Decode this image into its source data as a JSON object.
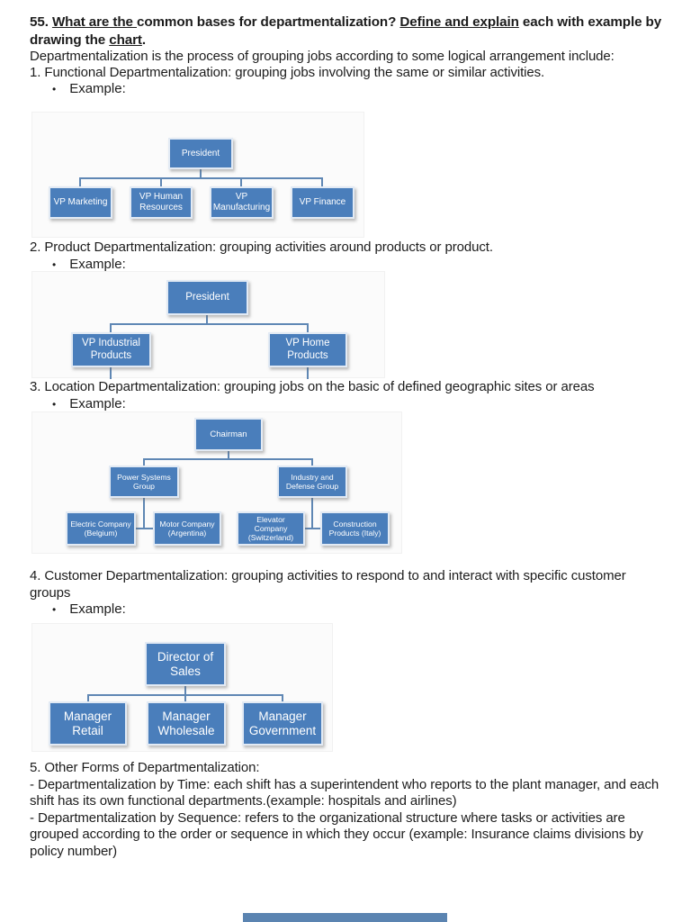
{
  "document": {
    "heading_segments": [
      {
        "text": "55. ",
        "underline": false
      },
      {
        "text": "What are the ",
        "underline": true
      },
      {
        "text": "common bases for departmentalization? ",
        "underline": false
      },
      {
        "text": "Define and explain",
        "underline": true
      },
      {
        "text": " each with example by drawing the ",
        "underline": false
      },
      {
        "text": "chart",
        "underline": true
      },
      {
        "text": ".",
        "underline": false
      }
    ],
    "intro": "Departmentalization is the process of grouping jobs according to some logical arrangement include:",
    "sections": [
      {
        "label": "1. Functional Departmentalization: grouping jobs involving the same or similar activities.",
        "bullet": "Example:"
      },
      {
        "label": "2. Product Departmentalization: grouping activities around products or product.",
        "bullet": "Example:"
      },
      {
        "label": "3. Location Departmentalization: grouping jobs on the basic of defined geographic sites or areas",
        "bullet": "Example:"
      },
      {
        "label": "4. Customer Departmentalization: grouping activities to respond to and interact with specific customer groups",
        "bullet": "Example:"
      },
      {
        "label": "5. Other Forms of Departmentalization:",
        "lines": [
          "- Departmentalization by Time: each shift has a superintendent who reports to the plant manager, and each shift has its own functional departments.(example: hospitals and airlines)",
          "- Departmentalization by Sequence: refers to the organizational structure where tasks or activities are grouped according to the order or sequence in which they occur (example: Insurance claims divisions by policy number)"
        ]
      }
    ]
  },
  "org_charts": [
    {
      "name": "functional-departmentalization",
      "root": "President",
      "children": [
        "VP Marketing",
        "VP Human Resources",
        "VP Manufacturing",
        "VP Finance"
      ]
    },
    {
      "name": "product-departmentalization",
      "root": "President",
      "children": [
        "VP Industrial Products",
        "VP Home Products"
      ]
    },
    {
      "name": "location-departmentalization",
      "root": "Chairman",
      "children": [
        "Power Systems Group",
        "Industry and Defense Group"
      ],
      "leaves": [
        "Electric Company (Belgium)",
        "Motor Company (Argentina)",
        "Elevator Company (Switzerland)",
        "Construction Products (Italy)"
      ]
    },
    {
      "name": "customer-departmentalization",
      "root": "Director of Sales",
      "children": [
        "Manager Retail",
        "Manager Wholesale",
        "Manager Government"
      ]
    }
  ],
  "colors": {
    "node_fill": "#4a7ebb",
    "connector": "#5f87b4",
    "node_text": "#ffffff",
    "bottom_cropped_box": "#5b84b1"
  }
}
